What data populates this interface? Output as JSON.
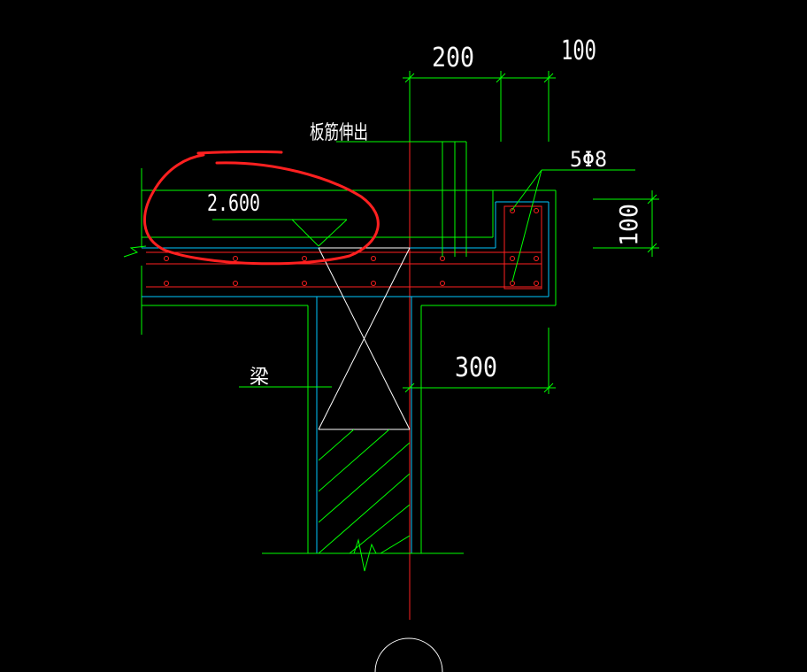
{
  "drawing": {
    "dimensions": {
      "top_left": "200",
      "top_right": "100",
      "right_vertical": "100",
      "beam_width": "300"
    },
    "labels": {
      "slab_rebar": "板筋伸出",
      "rebar_spec": "5Φ8",
      "elevation": "2.600",
      "beam": "梁"
    },
    "colors": {
      "background": "#000000",
      "outline": "#00ff00",
      "inner_line": "#00c8ff",
      "rebar": "#ff2020",
      "annotation_circle": "#ff2020",
      "text": "#ffffff"
    }
  }
}
